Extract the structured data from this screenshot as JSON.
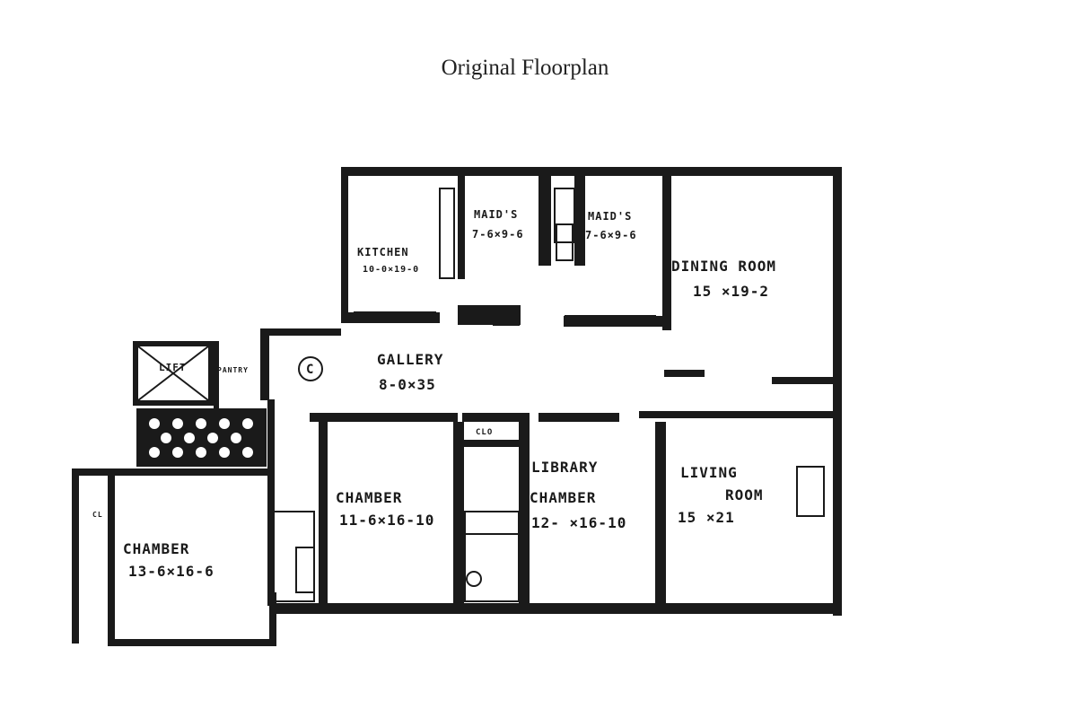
{
  "title": "Original Floorplan",
  "rooms": {
    "maids1": {
      "name": "MAID'S",
      "dims": "7-6×9-6"
    },
    "maids2": {
      "name": "MAID'S",
      "dims": "7-6×9-6"
    },
    "kitchen": {
      "name": "KITCHEN",
      "dims": "10-0×19-0"
    },
    "dining": {
      "name": "DINING ROOM",
      "dims": "15   ×19-2"
    },
    "gallery": {
      "name": "GALLERY",
      "dims": "8-0×35"
    },
    "lift": {
      "name": "LIFT"
    },
    "pantry": {
      "name": "PANTRY"
    },
    "closet": {
      "name": "CLO"
    },
    "library": {
      "name1": "LIBRARY",
      "name2": "CHAMBER",
      "dims": "12-  ×16-10"
    },
    "chamber_mid": {
      "name": "CHAMBER",
      "dims": "11-6×16-10"
    },
    "living": {
      "name1": "LIVING",
      "name2": "ROOM",
      "dims": "15   ×21"
    },
    "chamber_left": {
      "name": "CHAMBER",
      "dims": "13-6×16-6"
    },
    "closet_left": {
      "name": "CL"
    }
  },
  "symbols": {
    "circle_c": "C"
  }
}
